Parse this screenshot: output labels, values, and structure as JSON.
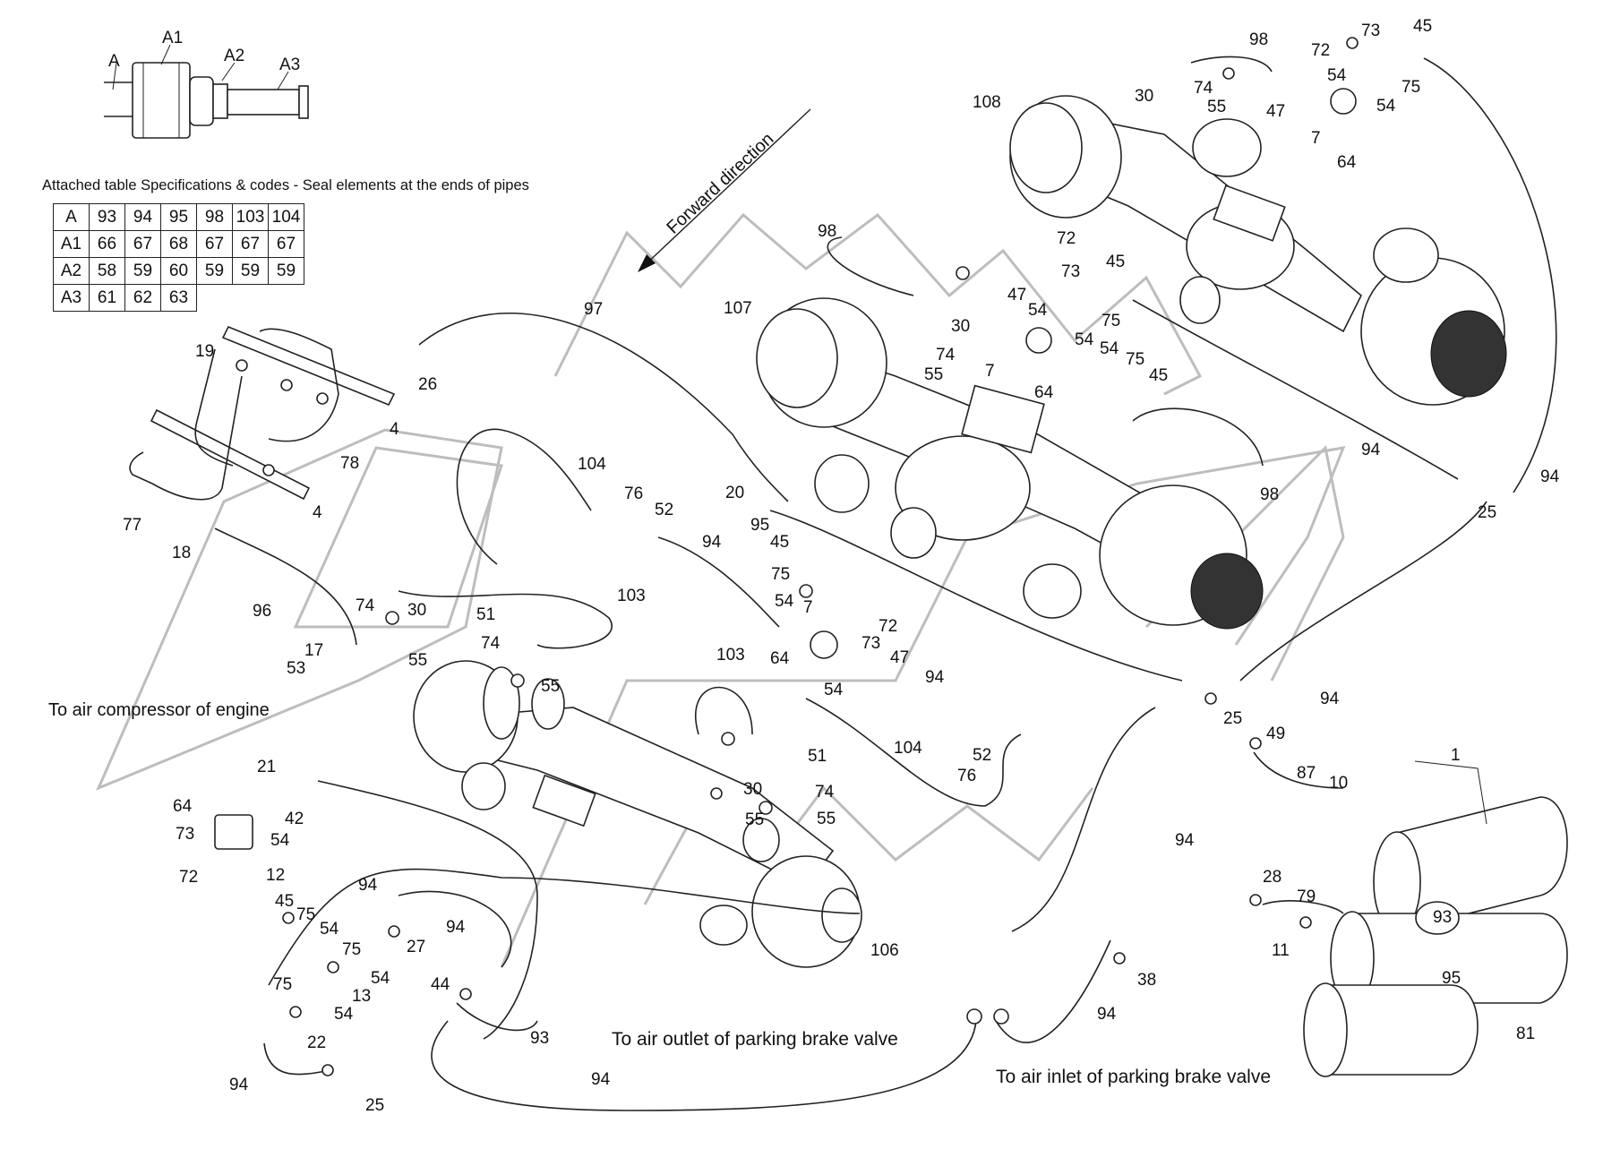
{
  "pipe_end_legend": {
    "a": "A",
    "a1": "A1",
    "a2": "A2",
    "a3": "A3"
  },
  "spec_table": {
    "title": "Attached table Specifications & codes - Seal elements at the ends of pipes",
    "rows": [
      {
        "head": "A",
        "cells": [
          "93",
          "94",
          "95",
          "98",
          "103",
          "104"
        ]
      },
      {
        "head": "A1",
        "cells": [
          "66",
          "67",
          "68",
          "67",
          "67",
          "67"
        ]
      },
      {
        "head": "A2",
        "cells": [
          "58",
          "59",
          "60",
          "59",
          "59",
          "59"
        ]
      },
      {
        "head": "A3",
        "cells": [
          "61",
          "62",
          "63",
          "",
          "",
          ""
        ]
      }
    ]
  },
  "direction_label": "Forward direction",
  "connection_notes": {
    "compressor": "To air compressor of engine",
    "parking_outlet": "To air outlet of parking brake valve",
    "parking_inlet": "To air inlet of parking brake valve"
  },
  "callouts": [
    "98",
    "73",
    "45",
    "72",
    "74",
    "30",
    "54",
    "75",
    "55",
    "47",
    "7",
    "54",
    "64",
    "108",
    "98",
    "72",
    "73",
    "45",
    "47",
    "54",
    "75",
    "30",
    "54",
    "74",
    "54",
    "75",
    "55",
    "7",
    "45",
    "64",
    "107",
    "97",
    "26",
    "4",
    "19",
    "78",
    "4",
    "77",
    "18",
    "96",
    "104",
    "76",
    "52",
    "94",
    "20",
    "95",
    "98",
    "94",
    "25",
    "94",
    "74",
    "30",
    "55",
    "51",
    "103",
    "74",
    "55",
    "45",
    "75",
    "54",
    "7",
    "72",
    "73",
    "64",
    "47",
    "54",
    "94",
    "17",
    "53",
    "103",
    "51",
    "30",
    "55",
    "74",
    "55",
    "104",
    "52",
    "76",
    "25",
    "94",
    "21",
    "42",
    "54",
    "64",
    "73",
    "72",
    "12",
    "49",
    "87",
    "10",
    "1",
    "94",
    "28",
    "79",
    "93",
    "11",
    "95",
    "81",
    "94",
    "45",
    "75",
    "54",
    "27",
    "94",
    "75",
    "54",
    "75",
    "13",
    "54",
    "22",
    "44",
    "93",
    "94",
    "25",
    "94",
    "106",
    "38",
    "94"
  ]
}
